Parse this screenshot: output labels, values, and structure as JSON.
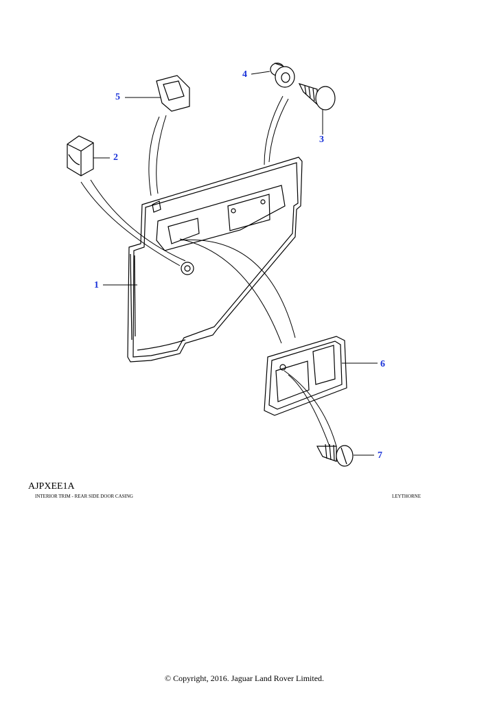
{
  "illustration_code": "AJPXEE1A",
  "title": "INTERIOR TRIM - REAR SIDE DOOR CASING",
  "location": "LEYTHORNE",
  "copyright": "© Copyright, 2016. Jaguar Land Rover Limited.",
  "callouts": [
    "1",
    "2",
    "3",
    "4",
    "5",
    "6",
    "7"
  ],
  "colors": {
    "callout": "#1a33d9",
    "line": "#000000"
  }
}
